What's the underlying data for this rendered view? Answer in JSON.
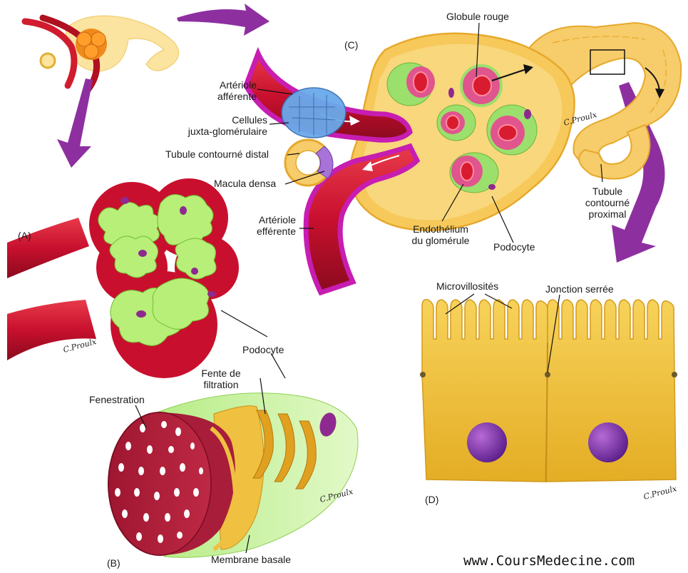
{
  "labels": {
    "globule_rouge": "Globule rouge",
    "panel_c": "(C)",
    "arteriole_afferente_1": "Artériole",
    "arteriole_afferente_2": "afférente",
    "cellules_juxta_1": "Cellules",
    "cellules_juxta_2": "juxta-glomérulaire",
    "tubule_distal": "Tubule contourné distal",
    "macula_densa": "Macula densa",
    "arteriole_efferente_1": "Artériole",
    "arteriole_efferente_2": "efférente",
    "endothelium_1": "Endothélium",
    "endothelium_2": "du glomérule",
    "podocyte_c": "Podocyte",
    "tubule_proximal_1": "Tubule",
    "tubule_proximal_2": "contourné",
    "tubule_proximal_3": "proximal",
    "panel_a": "(A)",
    "podocyte_b": "Podocyte",
    "fente_1": "Fente de",
    "fente_2": "filtration",
    "fenestration": "Fenestration",
    "membrane_basale": "Membrane basale",
    "panel_b": "(B)",
    "microvillosites": "Microvillosités",
    "jonction_serree": "Jonction serrée",
    "panel_d": "(D)",
    "website": "www.CoursMedecine.com"
  },
  "signature": "C.Proulx",
  "colors": {
    "capsule": "#f7cc6a",
    "artery": "#c8102e",
    "artery_light": "#e83a4a",
    "wall": "#c71db1",
    "podocyte": "#9be06c",
    "juxta": "#6aa9e9",
    "nucleus": "#8e2a8f",
    "cell": "#f2c13a",
    "arrow": "#8e2fa0"
  }
}
